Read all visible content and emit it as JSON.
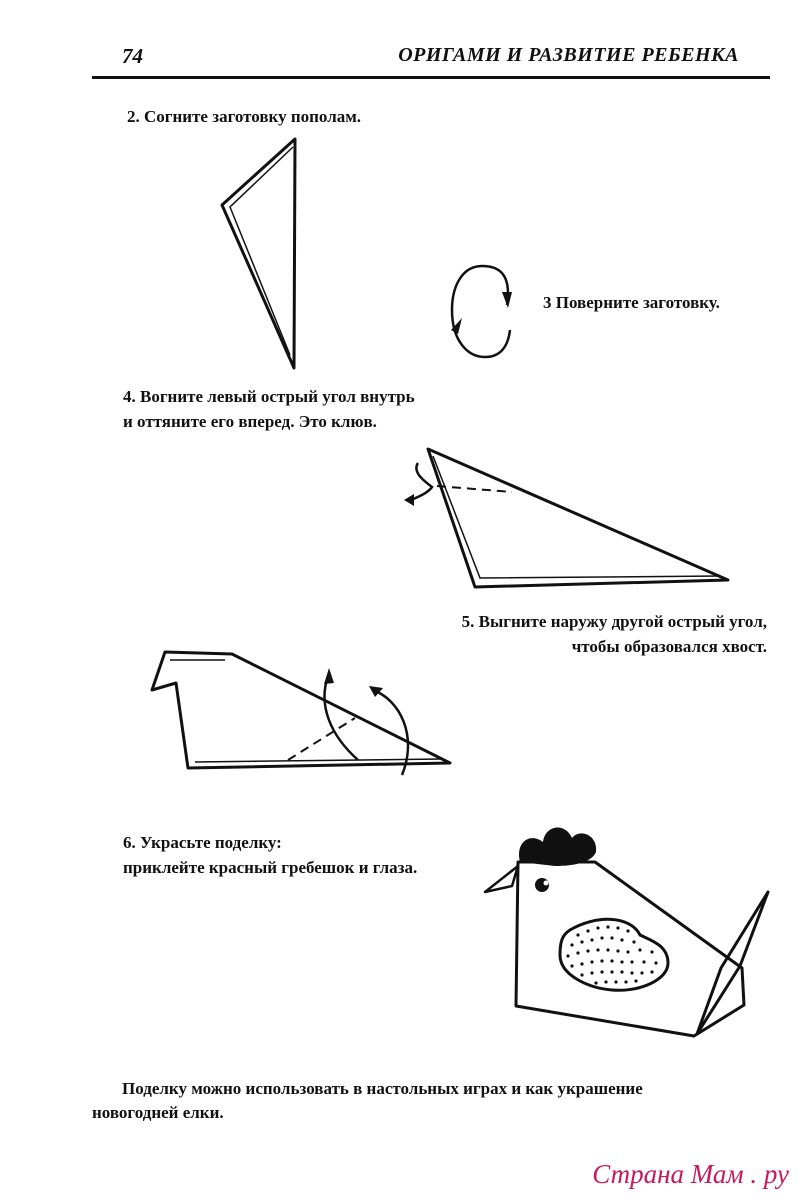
{
  "header": {
    "page_number": "74",
    "book_title": "ОРИГАМИ И РАЗВИТИЕ РЕБЕНКА"
  },
  "steps": [
    {
      "text": "2. Согните заготовку пополам."
    },
    {
      "text": "3  Поверните заготовку."
    },
    {
      "lines": [
        "4. Вогните левый острый угол внутрь",
        "и оттяните его вперед. Это клюв."
      ]
    },
    {
      "lines": [
        "5. Выгните наружу другой острый угол,",
        "чтобы образовался хвост."
      ]
    },
    {
      "lines": [
        "6. Украсьте поделку:",
        "приклейте красный гребешок и глаза."
      ]
    }
  ],
  "closing": {
    "lines": [
      "Поделку можно использовать в настольных играх и как украшение",
      "новогодней елки."
    ]
  },
  "watermark": {
    "text": "Страна Мам . ру",
    "color": "#c6195e"
  },
  "icons": [
    "rotate-arrows-icon",
    "inside-reverse-fold-arrow-icon",
    "outside-fold-arrows-icon"
  ]
}
